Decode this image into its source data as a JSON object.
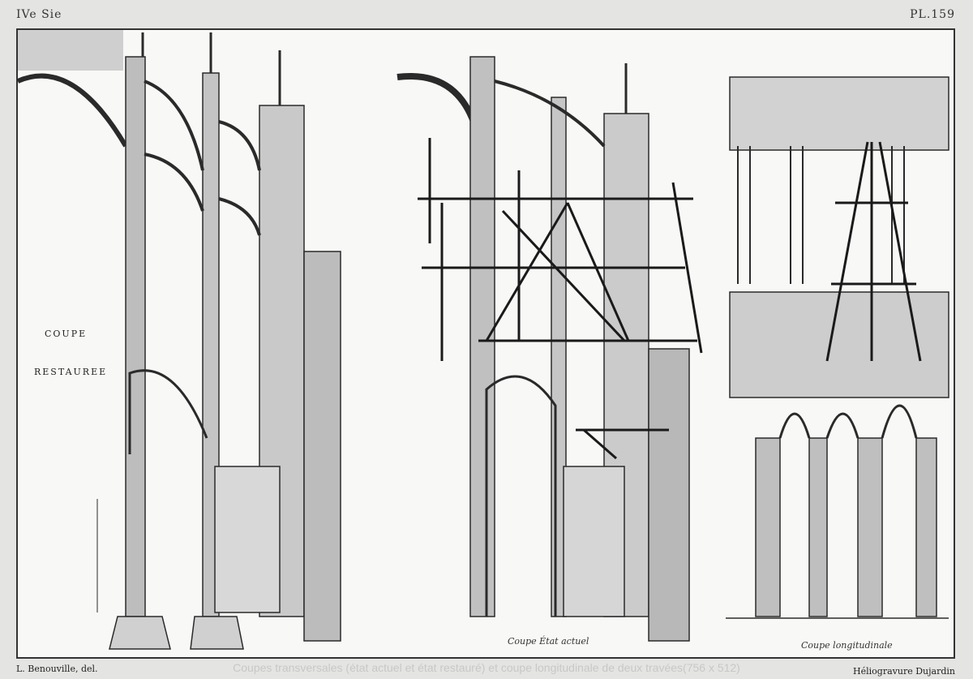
{
  "header": {
    "series": "IVe Sie",
    "plate_number": "PL.159"
  },
  "labels": {
    "restored_line1": "COUPE",
    "restored_line2": "RESTAUREE",
    "current_state": "Coupe État actuel",
    "longitudinal": "Coupe longitudinale"
  },
  "footer": {
    "draughtsman": "L. Benouville, del.",
    "engraver": "Héliogravure Dujardin"
  },
  "caption": "Coupes transversales (état actuel et état restauré) et coupe longitudinale de deux travées(756 x 512)"
}
